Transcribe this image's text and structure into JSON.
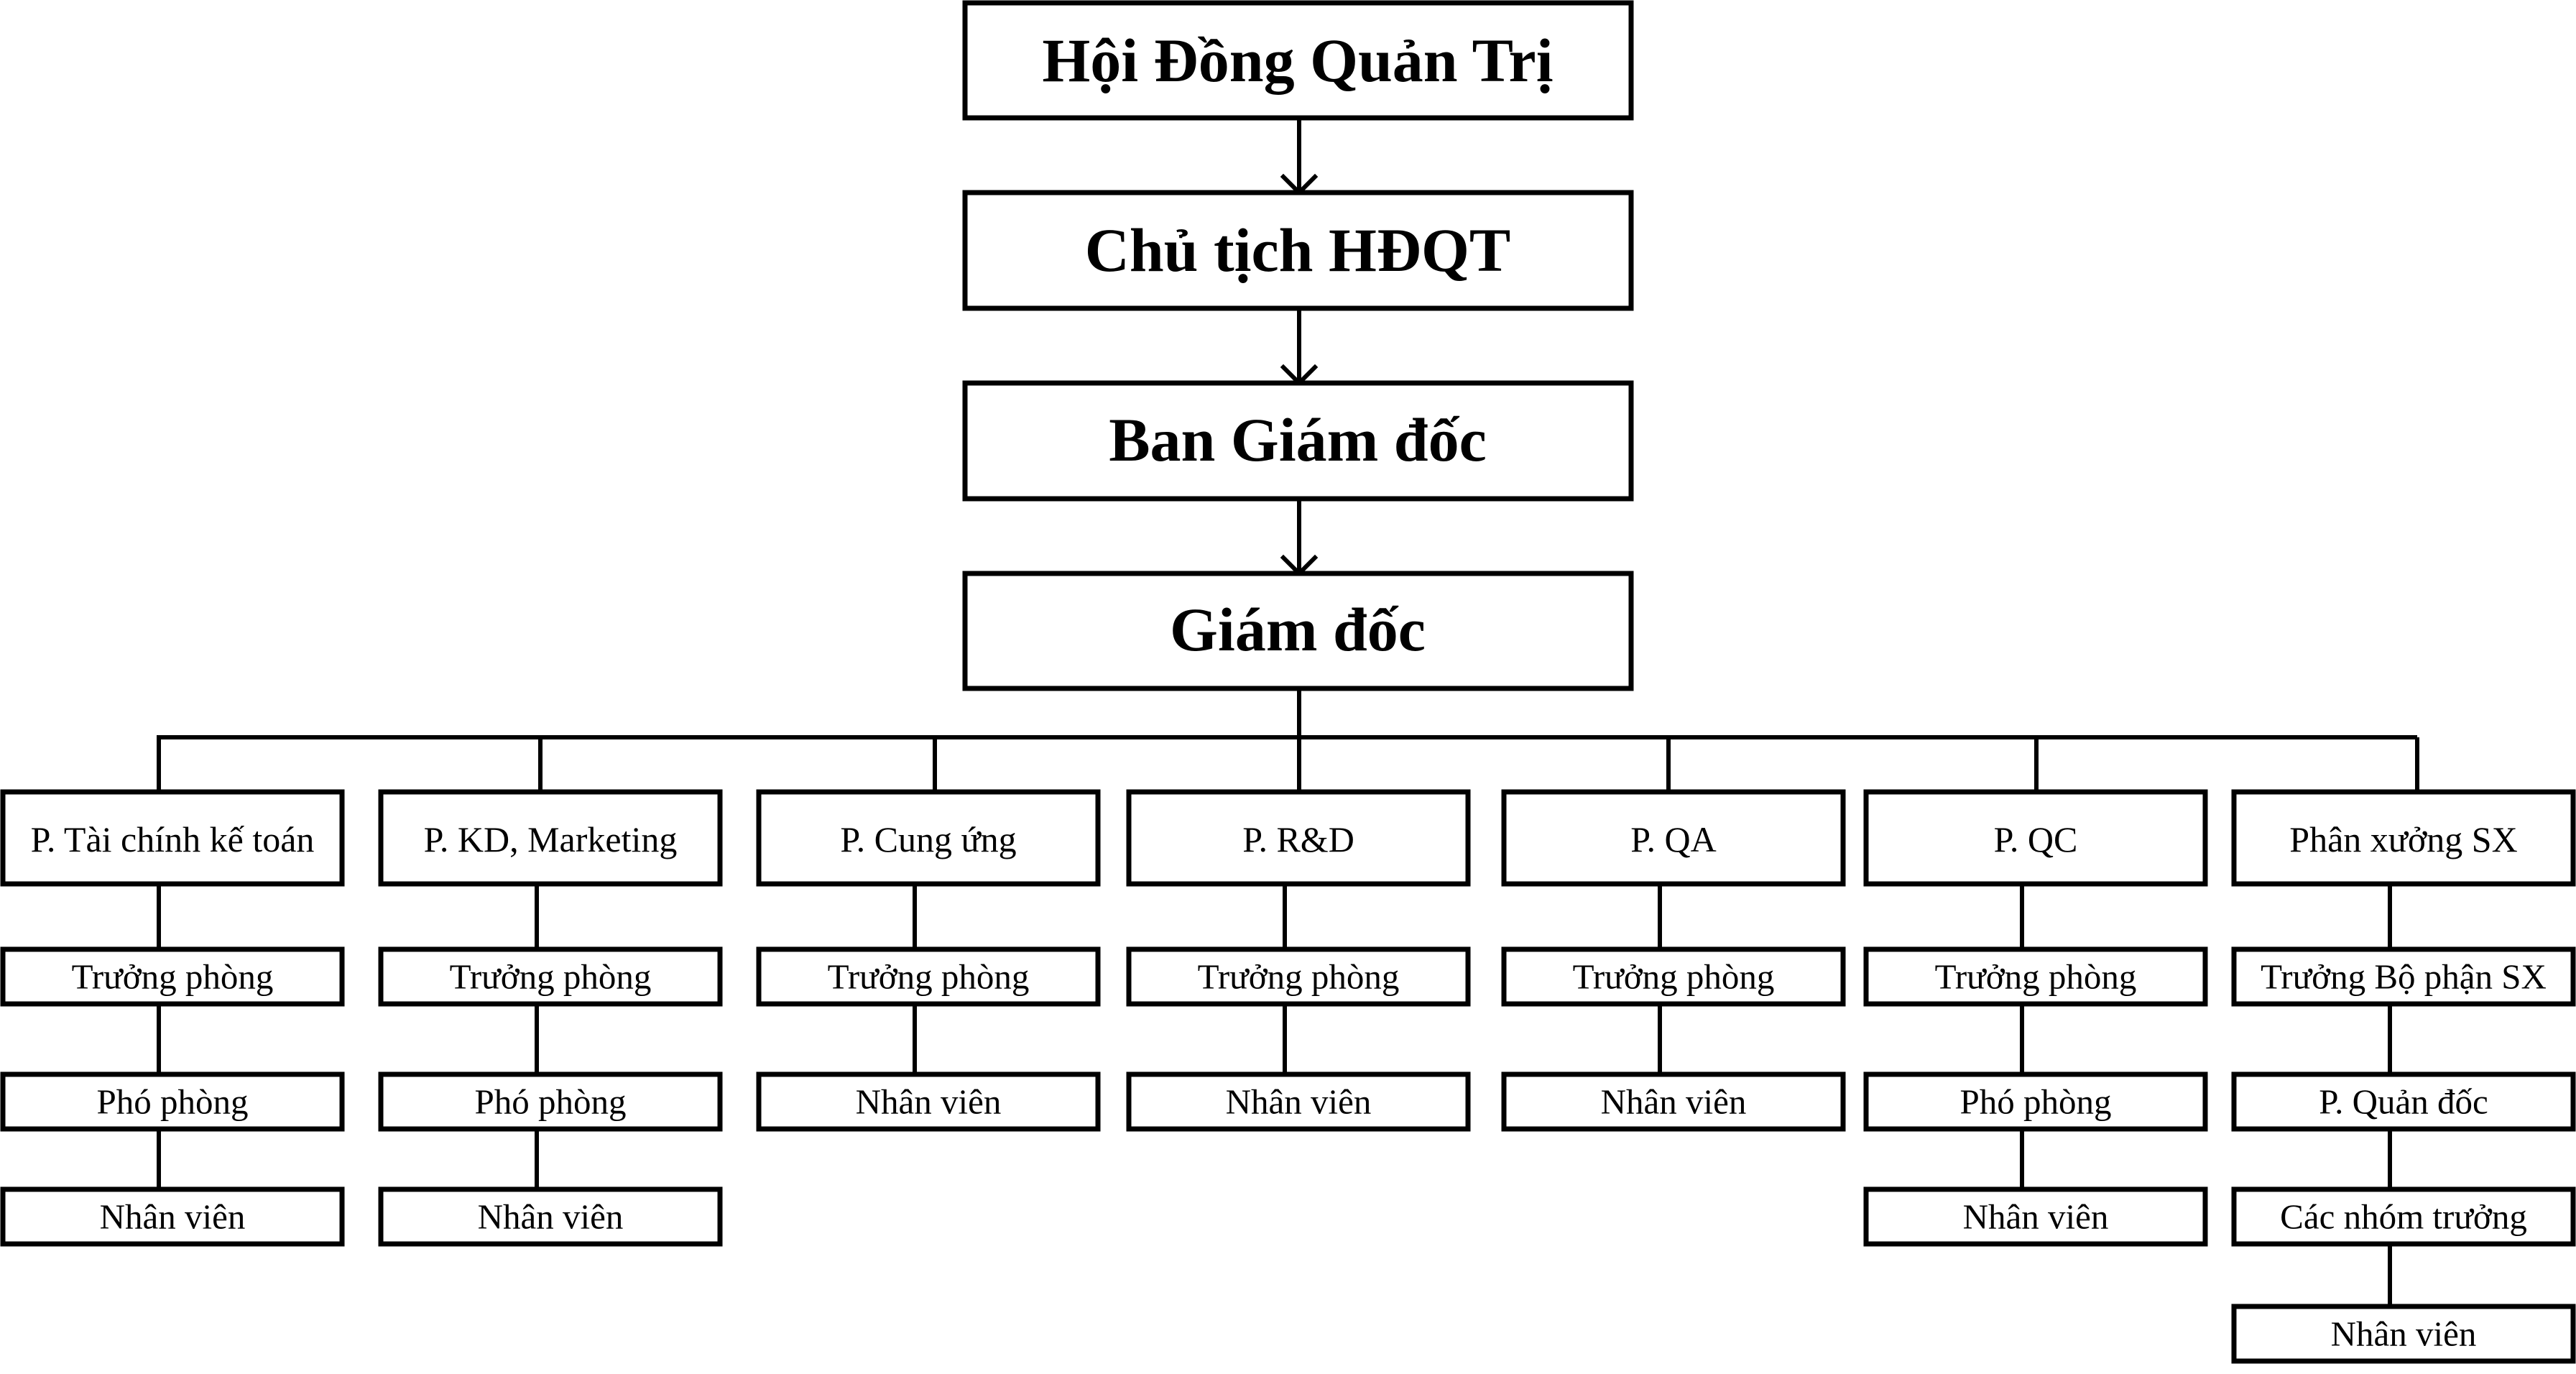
{
  "top_chain": [
    "Hội Đồng Quản Trị",
    "Chủ tịch HĐQT",
    "Ban Giám đốc",
    "Giám đốc"
  ],
  "departments": [
    {
      "name": "P. Tài chính kế toán",
      "staff": [
        "Trưởng phòng",
        "Phó phòng",
        "Nhân viên"
      ]
    },
    {
      "name": "P. KD, Marketing",
      "staff": [
        "Trưởng phòng",
        "Phó phòng",
        "Nhân viên"
      ]
    },
    {
      "name": "P. Cung ứng",
      "staff": [
        "Trưởng phòng",
        "Nhân viên"
      ]
    },
    {
      "name": "P. R&D",
      "staff": [
        "Trưởng phòng",
        "Nhân viên"
      ]
    },
    {
      "name": "P. QA",
      "staff": [
        "Trưởng phòng",
        "Nhân viên"
      ]
    },
    {
      "name": "P. QC",
      "staff": [
        "Trưởng phòng",
        "Phó phòng",
        "Nhân viên"
      ]
    },
    {
      "name": "Phân xưởng SX",
      "staff": [
        "Trưởng Bộ phận SX",
        "P. Quản đốc",
        "Các nhóm trưởng",
        "Nhân viên"
      ]
    }
  ]
}
